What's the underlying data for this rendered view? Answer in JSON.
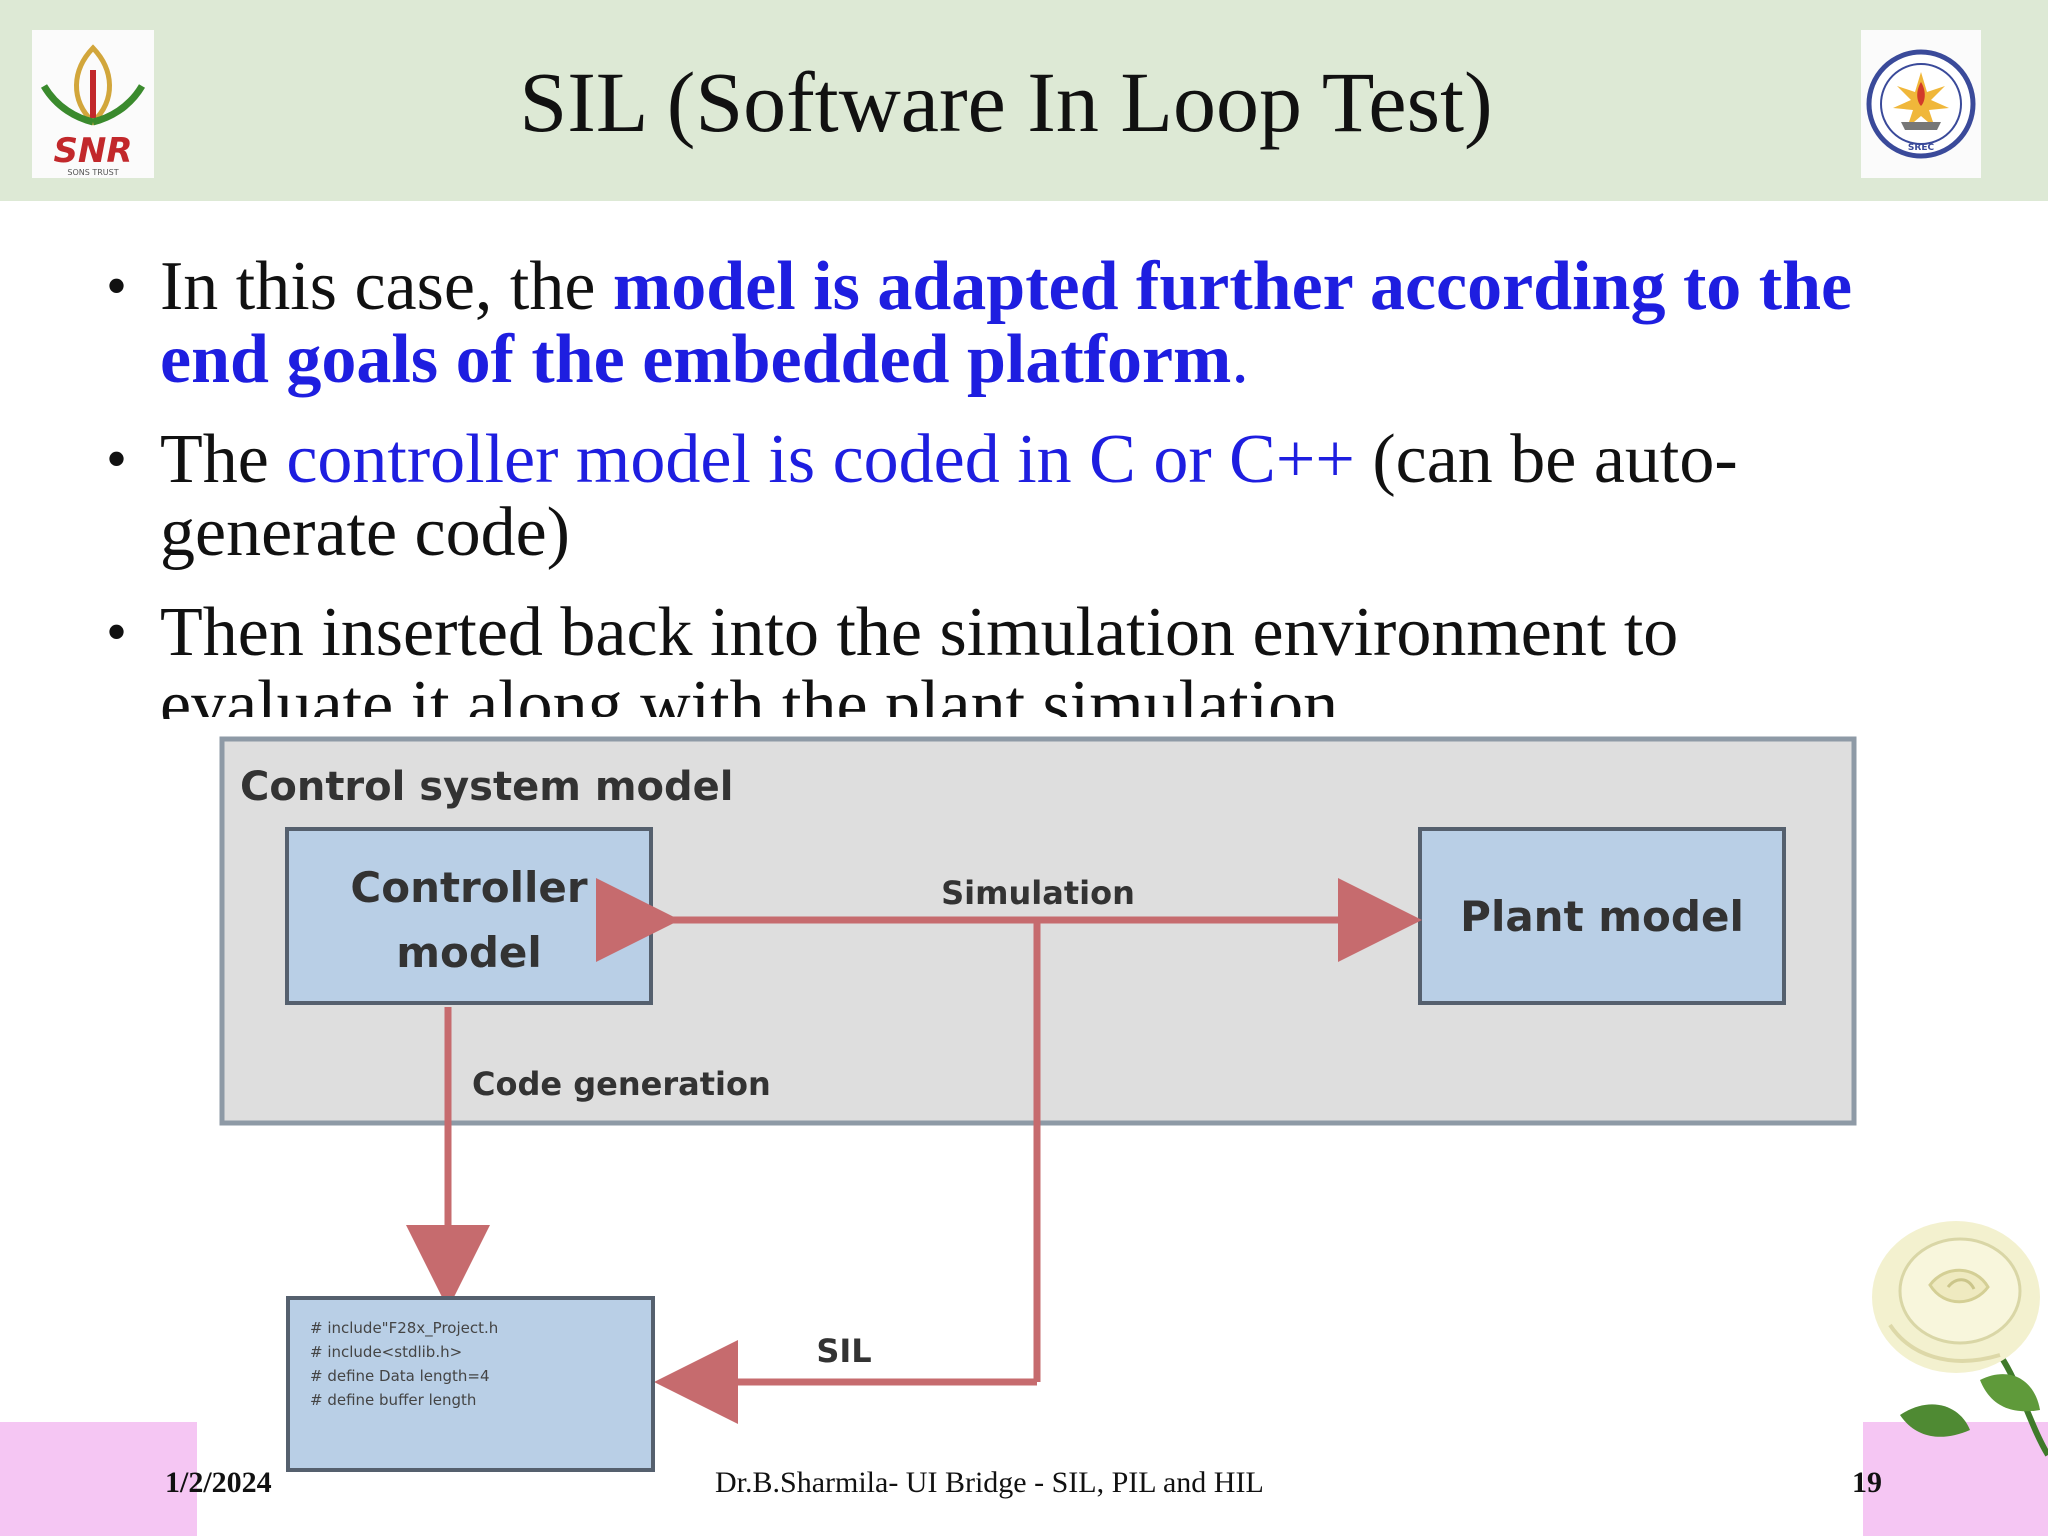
{
  "slide": {
    "title": "SIL (Software In Loop Test)",
    "bullets": [
      {
        "plain": "In this case, the ",
        "highlight_bold": "model is adapted further according to the end goals of the embedded platform",
        "tail": "."
      },
      {
        "plain": "The ",
        "highlight": "controller model is coded in C or C++",
        "tail_line1": " (can be auto-",
        "tail_line2": "generate code)"
      },
      {
        "line1": "Then inserted back into the simulation environment to",
        "line2": "evaluate it along with the plant simulation"
      }
    ]
  },
  "logos": {
    "left_text": "SNR",
    "left_subtext": "SONS TRUST",
    "right_text": "SREC"
  },
  "diagram": {
    "outer_label": "Control system model",
    "controller_line1": "Controller",
    "controller_line2": "model",
    "plant_label": "Plant model",
    "simulation_label": "Simulation",
    "codegen_label": "Code generation",
    "sil_label": "SIL",
    "code_lines": [
      "# include\"F28x_Project.h",
      "# include<stdlib.h>",
      "# define Data length=4",
      "# define buffer length"
    ]
  },
  "footer": {
    "date": "1/2/2024",
    "center": "Dr.B.Sharmila- UI Bridge - SIL, PIL and HIL",
    "page": "19"
  },
  "colors": {
    "header_bg": "#dde9d5",
    "highlight_blue": "#1e1ee0",
    "footer_band": "#f5c6f3",
    "box_fill": "#b9cfe6",
    "outer_fill": "#dedede",
    "arrow": "#c66b6e"
  }
}
